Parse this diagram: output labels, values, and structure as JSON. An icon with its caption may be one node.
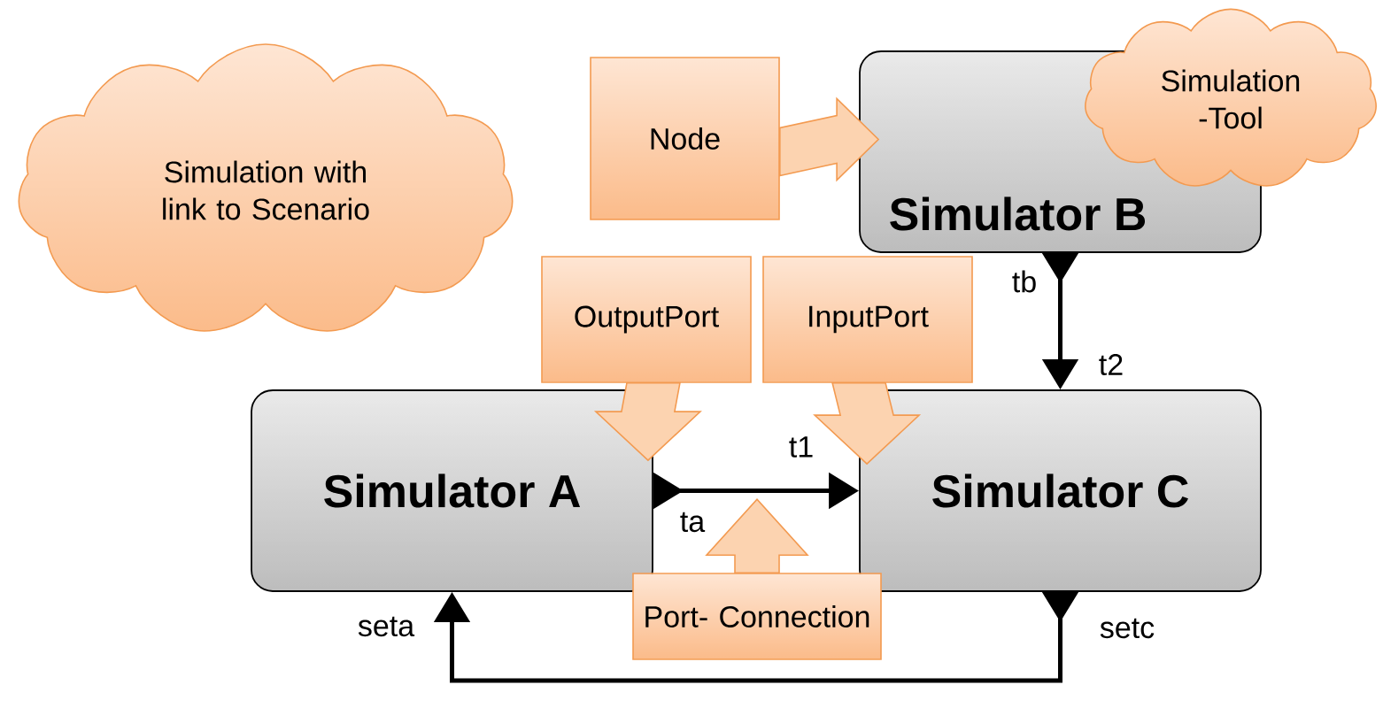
{
  "diagram": {
    "nodes": [
      {
        "text": [
          "Simulation with link to Scenario"
        ]
      },
      {
        "text": [
          "Node"
        ]
      },
      {
        "text": [
          "Simulator B"
        ]
      },
      {
        "text": [
          "Simulation -Tool"
        ]
      },
      {
        "text": [
          "OutputPort"
        ]
      },
      {
        "text": [
          "InputPort"
        ]
      },
      {
        "text": [
          "Simulator A"
        ]
      },
      {
        "text": [
          "Simulator C"
        ]
      },
      {
        "text": [
          "Port- Connection"
        ]
      }
    ],
    "edges": [
      {
        "from": 1,
        "to": 2,
        "arrow": "to",
        "style": "thick",
        "color": "#fcd3b0"
      },
      {
        "from": 4,
        "to": 6,
        "arrow": "to",
        "style": "thick",
        "color": "#fcd3b0"
      },
      {
        "from": 5,
        "to": 7,
        "arrow": "to",
        "style": "thick",
        "color": "#fcd3b0"
      },
      {
        "from": 8,
        "to": null,
        "arrow": "to",
        "style": "thick",
        "color": "#fcd3b0"
      },
      {
        "from": 6,
        "to": 7,
        "arrow": "to"
      },
      {
        "from": 2,
        "to": 7,
        "arrow": "to"
      },
      {
        "from": 7,
        "to": 6,
        "arrow": "to"
      }
    ],
    "labels": [
      "tb",
      "t2",
      "t1",
      "ta",
      "seta",
      "setc"
    ]
  }
}
